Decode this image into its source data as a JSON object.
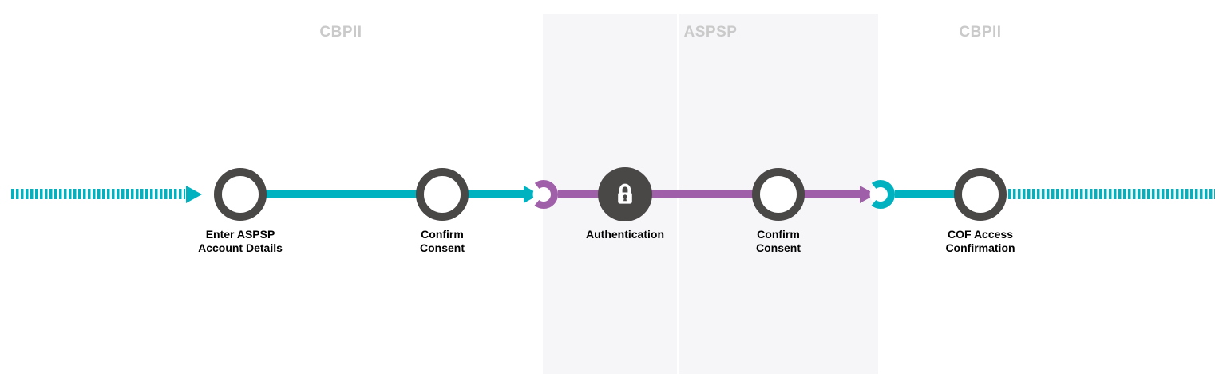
{
  "sections": [
    {
      "name": "cbpii-left",
      "label": "CBPII"
    },
    {
      "name": "aspsp",
      "label": "ASPSP"
    },
    {
      "name": "cbpii-right",
      "label": "CBPII"
    }
  ],
  "steps": [
    {
      "name": "enter-aspsp-account-details",
      "label": "Enter ASPSP\nAccount Details",
      "actor": "CBPII",
      "icon": "circle-node"
    },
    {
      "name": "confirm-consent-1",
      "label": "Confirm\nConsent",
      "actor": "CBPII",
      "icon": "circle-node"
    },
    {
      "name": "authentication",
      "label": "Authentication",
      "actor": "ASPSP",
      "icon": "lock-icon"
    },
    {
      "name": "confirm-consent-2",
      "label": "Confirm\nConsent",
      "actor": "ASPSP",
      "icon": "circle-node"
    },
    {
      "name": "cof-access-confirmation",
      "label": "COF Access\nConfirmation",
      "actor": "CBPII",
      "icon": "circle-node"
    }
  ],
  "colors": {
    "teal": "#00b2c0",
    "purple": "#a05fa9",
    "node_ring": "#4a4747",
    "panel_background": "#f6f5f8",
    "section_label": "#cacaca",
    "step_label": "#000000"
  }
}
